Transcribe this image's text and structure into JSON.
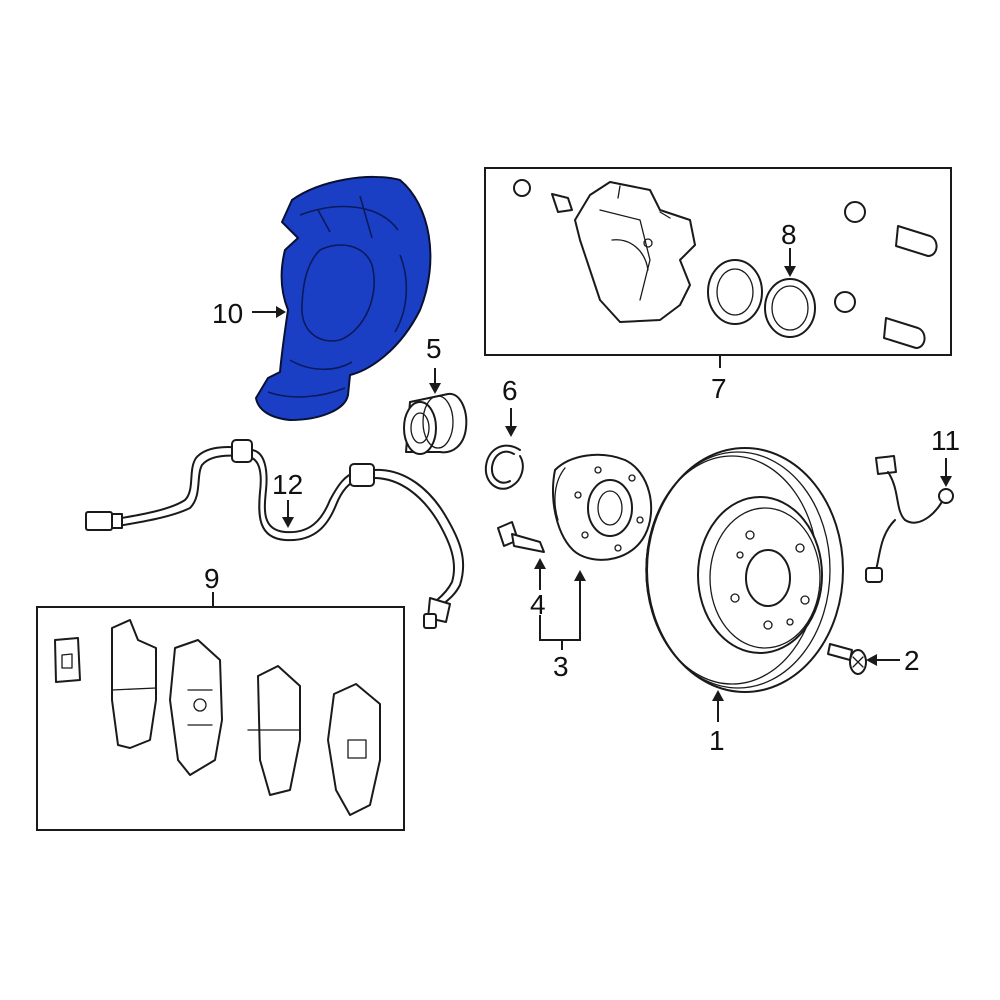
{
  "diagram": {
    "highlight_color": "#1b3fc4",
    "callouts": [
      {
        "id": "1",
        "text": "1"
      },
      {
        "id": "2",
        "text": "2"
      },
      {
        "id": "3",
        "text": "3"
      },
      {
        "id": "4",
        "text": "4"
      },
      {
        "id": "5",
        "text": "5"
      },
      {
        "id": "6",
        "text": "6"
      },
      {
        "id": "7",
        "text": "7"
      },
      {
        "id": "8",
        "text": "8"
      },
      {
        "id": "9",
        "text": "9"
      },
      {
        "id": "10",
        "text": "10"
      },
      {
        "id": "11",
        "text": "11"
      },
      {
        "id": "12",
        "text": "12"
      }
    ]
  }
}
